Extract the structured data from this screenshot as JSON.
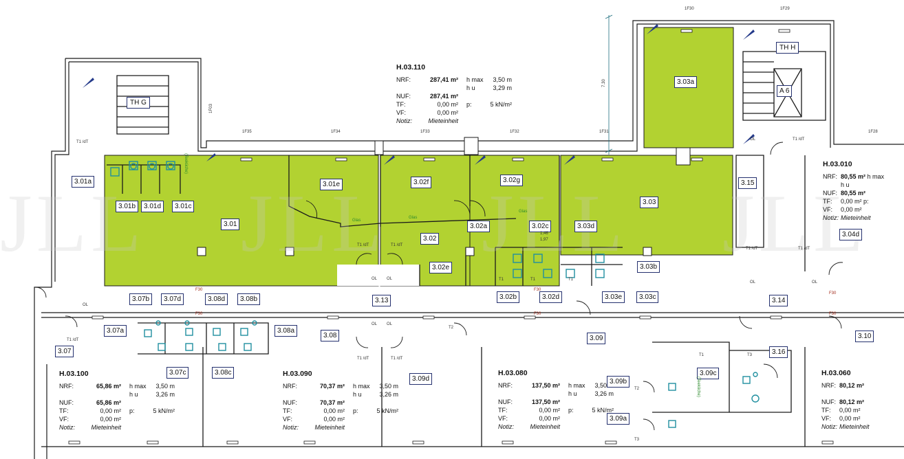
{
  "plan": {
    "units": [
      {
        "id": "H.03.110",
        "nrf_label": "NRF:",
        "nrf": "287,41 m²",
        "nuf_label": "NUF:",
        "nuf": "287,41 m²",
        "tf_label": "TF:",
        "tf": "0,00 m²",
        "vf_label": "VF:",
        "vf": "0,00 m²",
        "hmax_label": "h max",
        "hmax": "3,50 m",
        "hu_label": "h u",
        "hu": "3,29 m",
        "p_label": "p:",
        "p": "5 kN/m²",
        "notiz_label": "Notiz:",
        "notiz": "Mieteinheit"
      },
      {
        "id": "H.03.010",
        "nrf_label": "NRF:",
        "nrf": "80,55 m²",
        "nuf_label": "NUF:",
        "nuf": "80,55 m²",
        "tf_label": "TF:",
        "tf": "0,00 m²",
        "vf_label": "VF:",
        "vf": "0,00 m²",
        "hmax_label": "h max",
        "hu_label": "h u",
        "p_label": "p:",
        "notiz_label": "Notiz:",
        "notiz": "Mieteinheit"
      },
      {
        "id": "H.03.100",
        "nrf_label": "NRF:",
        "nrf": "65,86 m²",
        "nuf_label": "NUF:",
        "nuf": "65,86 m²",
        "tf_label": "TF:",
        "tf": "0,00 m²",
        "vf_label": "VF:",
        "vf": "0,00 m²",
        "hmax_label": "h max",
        "hmax": "3,50 m",
        "hu_label": "h u",
        "hu": "3,26 m",
        "p_label": "p:",
        "p": "5 kN/m²",
        "notiz_label": "Notiz:",
        "notiz": "Mieteinheit"
      },
      {
        "id": "H.03.090",
        "nrf_label": "NRF:",
        "nrf": "70,37 m²",
        "nuf_label": "NUF:",
        "nuf": "70,37 m²",
        "tf_label": "TF:",
        "tf": "0,00 m²",
        "vf_label": "VF:",
        "vf": "0,00 m²",
        "hmax_label": "h max",
        "hmax": "3,50 m",
        "hu_label": "h u",
        "hu": "3,26 m",
        "p_label": "p:",
        "p": "5 kN/m²",
        "notiz_label": "Notiz:",
        "notiz": "Mieteinheit"
      },
      {
        "id": "H.03.080",
        "nrf_label": "NRF:",
        "nrf": "137,50 m²",
        "nuf_label": "NUF:",
        "nuf": "137,50 m²",
        "tf_label": "TF:",
        "tf": "0,00 m²",
        "vf_label": "VF:",
        "vf": "0,00 m²",
        "hmax_label": "h max",
        "hmax": "3,50 m",
        "hu_label": "h u",
        "hu": "3,26 m",
        "p_label": "p:",
        "p": "5 kN/m²",
        "notiz_label": "Notiz:",
        "notiz": "Mieteinheit"
      },
      {
        "id": "H.03.060",
        "nrf_label": "NRF:",
        "nrf": "80,12 m²",
        "nuf_label": "NUF:",
        "nuf": "80,12 m²",
        "tf_label": "TF:",
        "tf": "0,00 m²",
        "vf_label": "VF:",
        "vf": "0,00 m²",
        "notiz_label": "Notiz:",
        "notiz": "Mieteinheit"
      }
    ],
    "rooms": [
      "3.01",
      "3.01a",
      "3.01b",
      "3.01c",
      "3.01d",
      "3.01e",
      "3.02",
      "3.02a",
      "3.02b",
      "3.02c",
      "3.02d",
      "3.02e",
      "3.02f",
      "3.02g",
      "3.03",
      "3.03a",
      "3.03b",
      "3.03c",
      "3.03d",
      "3.03e",
      "3.04d",
      "3.07",
      "3.07a",
      "3.07b",
      "3.07c",
      "3.07d",
      "3.08",
      "3.08a",
      "3.08b",
      "3.08c",
      "3.08d",
      "3.09",
      "3.09a",
      "3.09b",
      "3.09c",
      "3.09d",
      "3.10",
      "3.13",
      "3.14",
      "3.15",
      "3.16"
    ],
    "stairs": [
      "TH G",
      "TH H"
    ],
    "lift": "A 6",
    "axes": [
      "1F35",
      "1F34",
      "1F33",
      "1F32",
      "1F31",
      "1F30",
      "1F29",
      "1F28",
      "1F03"
    ],
    "labels": {
      "glas": "Glas",
      "ol": "OL",
      "f30": "F30",
      "t1_dt": "T1 /dT",
      "t1": "T1",
      "t2": "T2",
      "t3": "T3",
      "teeküche": "(Teeküche)",
      "dim_1": "1,46",
      "dim_2": "1,97",
      "dim_3": "7.30"
    },
    "watermark": "JLL",
    "colors": {
      "room_fill": "#b2d231",
      "wall": "#1a1a1a",
      "accent": "#1f6f7f",
      "label_border": "#24306e",
      "red_text": "#a12a1a"
    }
  }
}
